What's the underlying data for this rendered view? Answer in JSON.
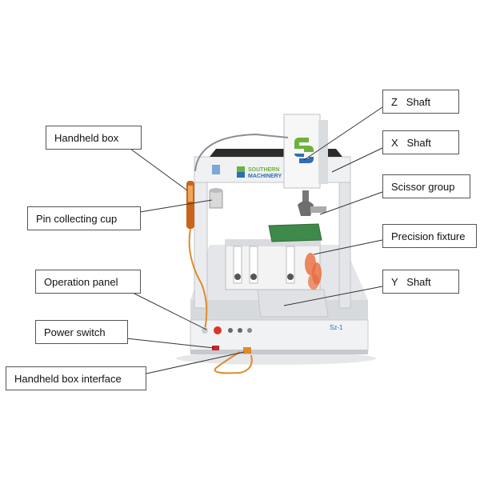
{
  "brand": {
    "name_line1": "SOUTHERN",
    "name_line2": "MACHINERY",
    "panel_mark": "Sz-1",
    "logo_green": "#6bb33c",
    "logo_blue": "#2f6db5"
  },
  "labels": {
    "z_shaft": "Z   Shaft",
    "x_shaft": "X   Shaft",
    "scissor_group": "Scissor group",
    "precision_fixture": "Precision fixture",
    "y_shaft": "Y   Shaft",
    "handheld_box": "Handheld box",
    "pin_collecting_cup": "Pin collecting cup",
    "operation_panel": "Operation panel",
    "power_switch": "Power switch",
    "handheld_box_interface": "Handheld box interface"
  },
  "colors": {
    "machine_body": "#ecedef",
    "machine_shadow": "#cfd2d6",
    "cable": "#e08a2a",
    "pcb": "#3f8a4a",
    "stop_button": "#d9352a",
    "power_switch": "#c62828",
    "fixture_pins": "#e86a3a"
  }
}
